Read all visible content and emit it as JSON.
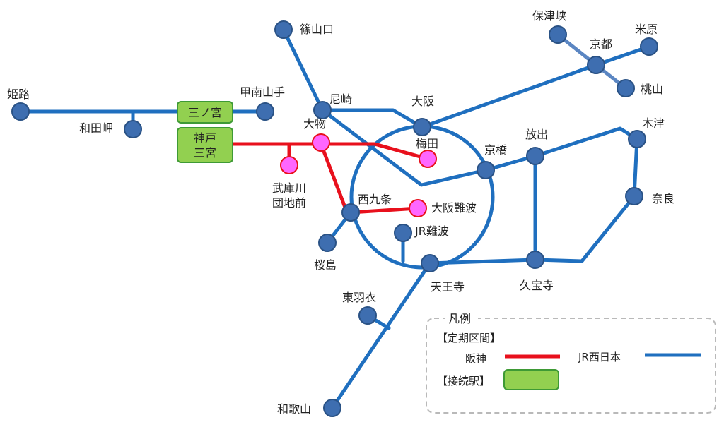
{
  "colors": {
    "jr": "#1F6FBF",
    "jr_kyoto": "#5B86C2",
    "hanshin": "#E8101C",
    "node_jr_fill": "#3E6EB0",
    "node_jr_stroke": "#2A5285",
    "node_hanshin_fill": "#FF66FF",
    "node_hanshin_stroke": "#E8101C",
    "transfer_fill": "#92D050",
    "transfer_stroke": "#3E9A35"
  },
  "stations": {
    "himeji": "姫路",
    "wadamisaki": "和田岬",
    "sannomiya": "三ノ宮",
    "kobe_sannomiya_1": "神戸",
    "kobe_sannomiya_2": "三宮",
    "konan_yamate": "甲南山手",
    "sasayamaguchi": "篠山口",
    "amagasaki": "尼崎",
    "daimotsu": "大物",
    "mukogawa_1": "武庫川",
    "mukogawa_2": "団地前",
    "osaka": "大阪",
    "umeda": "梅田",
    "kyobashi": "京橋",
    "nishikujo": "西九条",
    "osaka_namba": "大阪難波",
    "jr_namba": "JR難波",
    "sakurajima": "桜島",
    "tennoji": "天王寺",
    "hanaten": "放出",
    "kizu": "木津",
    "nara": "奈良",
    "kyuhoji": "久宝寺",
    "hozukyo": "保津峡",
    "kyoto": "京都",
    "maibara": "米原",
    "momoyama": "桃山",
    "higashihagoromo": "東羽衣",
    "wakayama": "和歌山"
  },
  "legend": {
    "title": "凡例",
    "section_regular": "【定期区間】",
    "hanshin_label": "阪神",
    "jr_label": "JR西日本",
    "section_transfer": "【接続駅】"
  }
}
